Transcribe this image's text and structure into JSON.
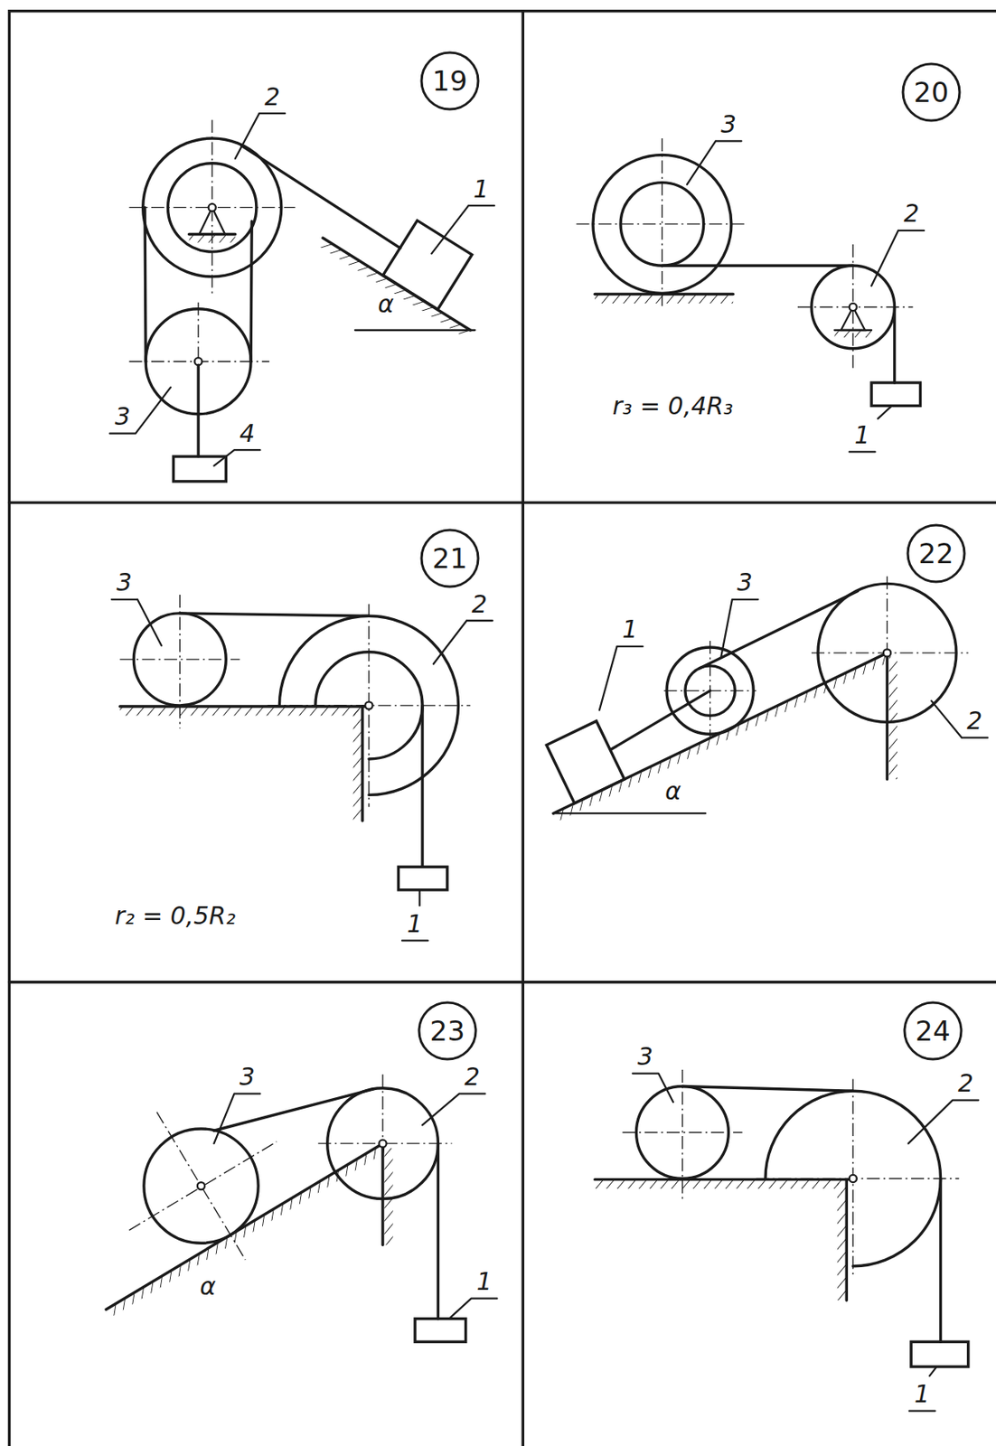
{
  "diagram": {
    "nodes": [
      {
        "text": [
          "19"
        ]
      },
      {
        "text": [
          "20"
        ]
      },
      {
        "text": [
          "21"
        ]
      },
      {
        "text": [
          "22"
        ]
      },
      {
        "text": [
          "23"
        ]
      },
      {
        "text": [
          "24"
        ]
      }
    ],
    "labels": [
      "2",
      "1",
      "α",
      "3",
      "4",
      "3",
      "2",
      "r₃ = 0,4R₃",
      "1",
      "3",
      "2",
      "r₂ = 0,5R₂",
      "1",
      "1",
      "3",
      "2",
      "α",
      "3",
      "2",
      "α",
      "1",
      "3",
      "2",
      "1"
    ]
  }
}
